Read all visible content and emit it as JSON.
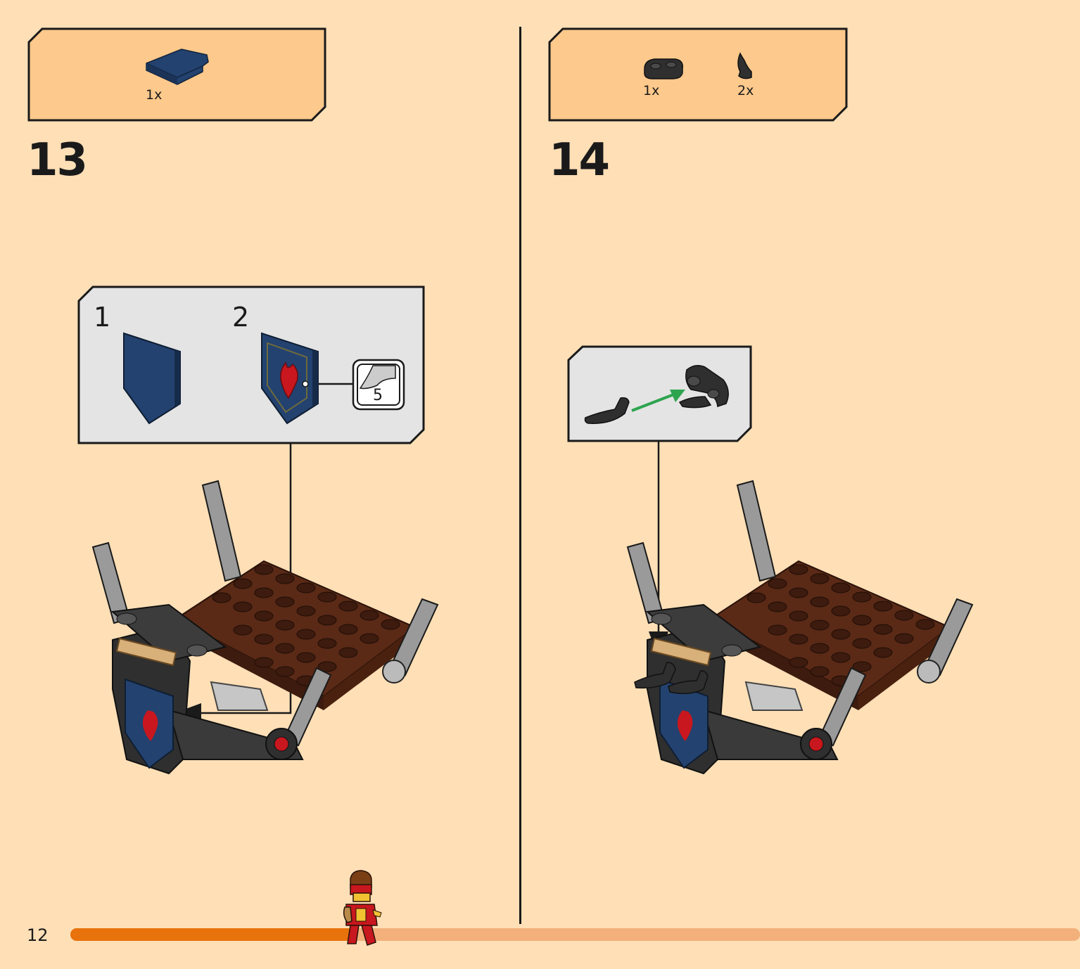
{
  "page": {
    "number": "12",
    "progress": 0.28
  },
  "colors": {
    "background": "#fedfb6",
    "parts_box": "#fdc98c",
    "submodel_box": "#e4e4e4",
    "progress_fill": "#e8720c",
    "progress_track": "#f3b07a",
    "dark_blue": "#23426f",
    "reddish_brown": "#5a2a17",
    "dark_gray": "#2f2f2f",
    "light_gray": "#9a9a9a",
    "tan": "#d8b07a",
    "red": "#c8171e",
    "arrow_green": "#2ea44f"
  },
  "steps": [
    {
      "number": "13",
      "parts": [
        {
          "icon": "dark-blue-shield-tile-icon",
          "qty": "1x"
        }
      ],
      "submodel": {
        "substeps": [
          "1",
          "2"
        ],
        "sticker": {
          "icon": "sticker-sheet-icon",
          "number": "5"
        }
      }
    },
    {
      "number": "14",
      "parts": [
        {
          "icon": "black-plate-1x2-rounded-icon",
          "qty": "1x"
        },
        {
          "icon": "black-horn-icon",
          "qty": "2x"
        }
      ],
      "submodel": {
        "arrow": "green-attach-arrow-icon"
      }
    }
  ]
}
